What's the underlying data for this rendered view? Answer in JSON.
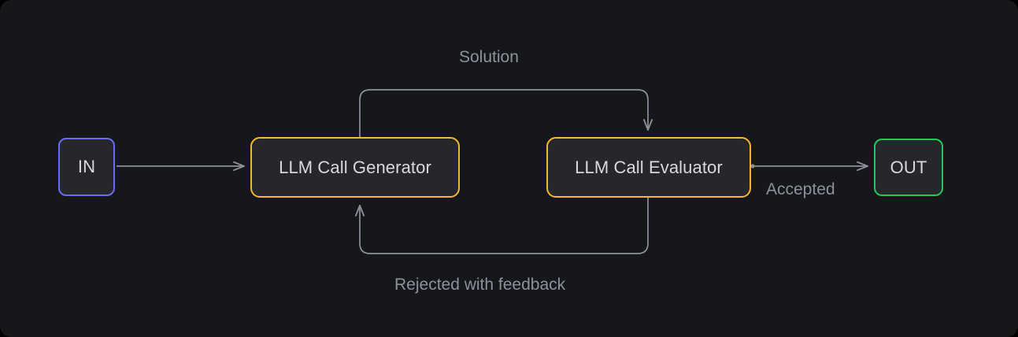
{
  "diagram": {
    "title": "evaluator-optimizer-workflow",
    "background_color": "#16171b",
    "nodes": [
      {
        "id": "in",
        "label": "IN",
        "border_color": "#6c6cf2",
        "fill_color": "#26272b"
      },
      {
        "id": "generator",
        "label": "LLM Call Generator",
        "border_color": "#f7b731",
        "fill_color": "#26272b"
      },
      {
        "id": "evaluator",
        "label": "LLM Call Evaluator",
        "border_color": "#f7b731",
        "fill_color": "#26272b"
      },
      {
        "id": "out",
        "label": "OUT",
        "border_color": "#26c75a",
        "fill_color": "#26272b"
      }
    ],
    "edges": [
      {
        "id": "in-to-generator",
        "from": "in",
        "to": "generator",
        "label": "",
        "color": "#8d919c"
      },
      {
        "id": "generator-to-evaluator",
        "from": "generator",
        "to": "evaluator",
        "label": "Solution",
        "color": "#8d919c"
      },
      {
        "id": "evaluator-to-generator",
        "from": "evaluator",
        "to": "generator",
        "label": "Rejected with feedback",
        "color": "#8d919c"
      },
      {
        "id": "evaluator-to-out",
        "from": "evaluator",
        "to": "out",
        "label": "Accepted",
        "color": "#8d919c"
      }
    ],
    "label_color": "#8d919c",
    "node_text_color": "#d8d9dd"
  }
}
